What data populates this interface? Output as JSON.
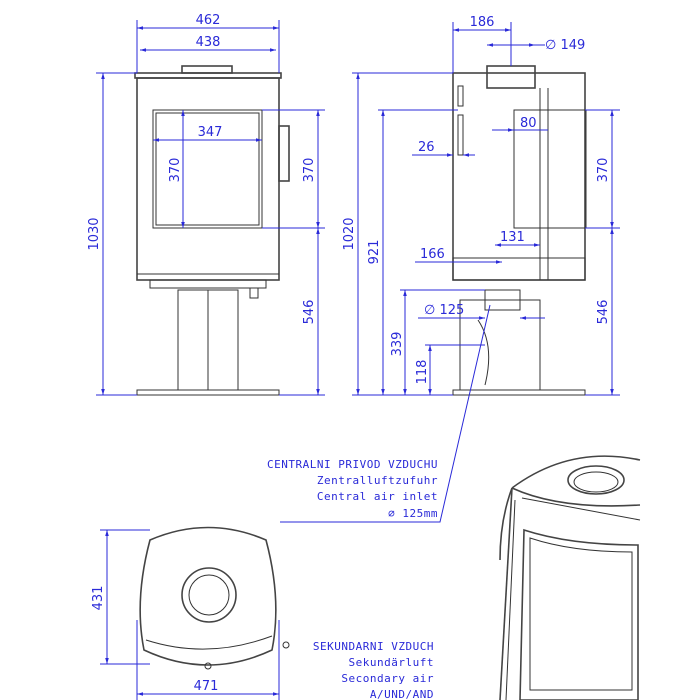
{
  "front_view": {
    "width_outer": "462",
    "width_inner": "438",
    "glass_width": "347",
    "glass_height": "370",
    "glass_height_right": "370",
    "pedestal_height": "546",
    "total_height": "1030"
  },
  "side_view": {
    "flue_offset": "186",
    "flue_diameter": "∅ 149",
    "total_height": "1020",
    "glass_top_height": "921",
    "dim_26": "26",
    "dim_80": "80",
    "dim_131": "131",
    "dim_166": "166",
    "air_inlet_diameter": "∅ 125",
    "inlet_height": "339",
    "dim_118": "118",
    "glass_height": "370",
    "pedestal_height": "546"
  },
  "top_view": {
    "depth": "431",
    "width": "471"
  },
  "notes": {
    "central_air": [
      "CENTRALNI PRIVOD VZDUCHU",
      "Zentralluftzufuhr",
      "Central air inlet",
      "∅ 125mm"
    ],
    "secondary_air": [
      "SEKUNDARNI VZDUCH",
      "Sekundärluft",
      "Secondary air",
      "A/UND/AND"
    ]
  },
  "colors": {
    "dimension": "#2a2ad8",
    "outline": "#333333"
  }
}
